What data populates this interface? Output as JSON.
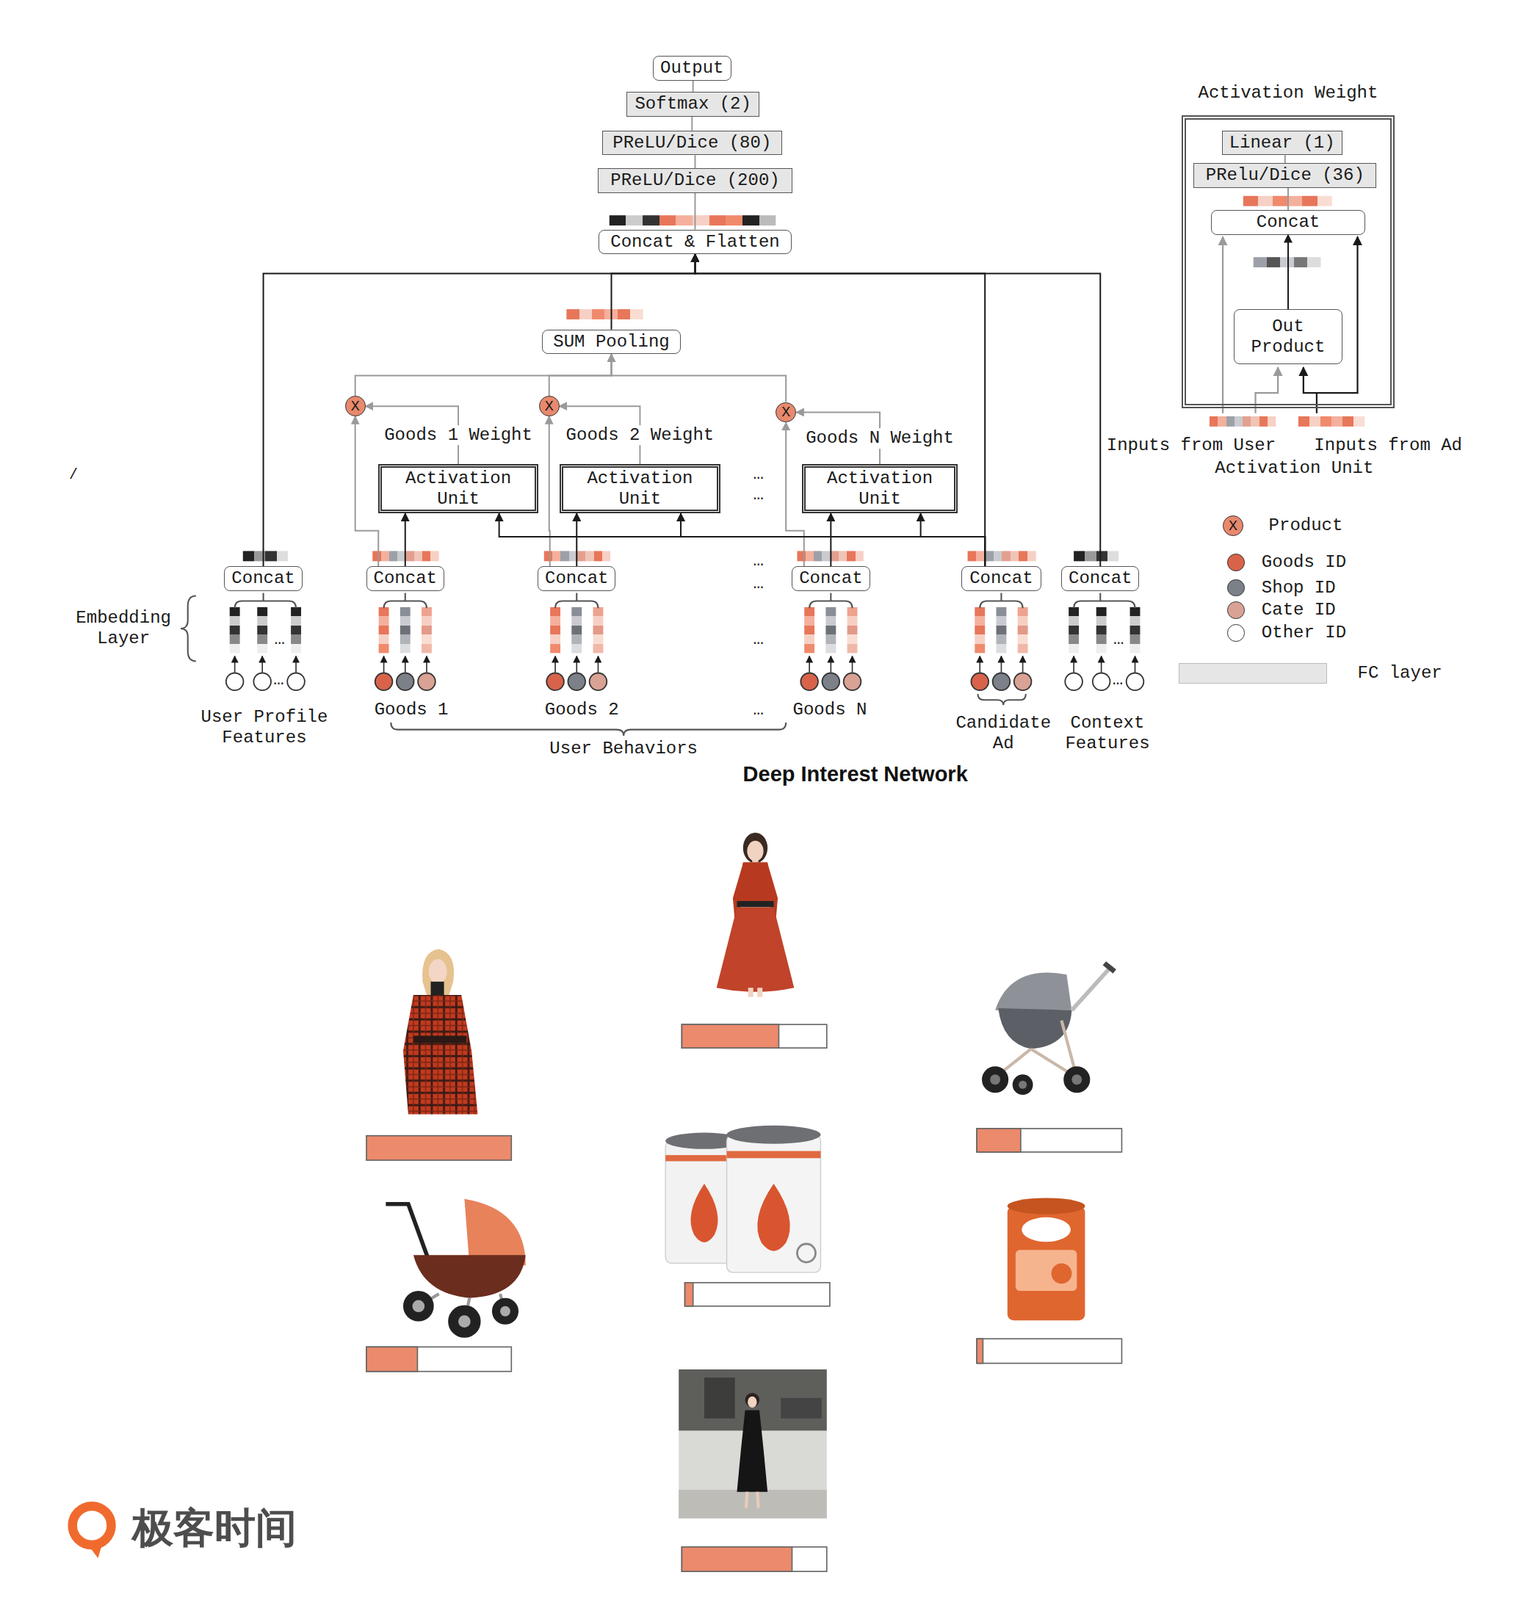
{
  "diagram": {
    "caption": "Deep Interest Network",
    "nodes": [
      {
        "text": [
          "Output"
        ]
      },
      {
        "text": [
          "Softmax (2)"
        ]
      },
      {
        "text": [
          "PReLU/Dice (80)"
        ]
      },
      {
        "text": [
          "PReLU/Dice (200)"
        ]
      },
      {
        "text": [
          "Concat & Flatten"
        ]
      },
      {
        "text": [
          "SUM Pooling"
        ]
      },
      {
        "text": [
          "X"
        ]
      },
      {
        "text": [
          "X"
        ]
      },
      {
        "text": [
          "X"
        ]
      },
      {
        "text": [
          "Activation Unit"
        ]
      },
      {
        "text": [
          "Activation Unit"
        ]
      },
      {
        "text": [
          "Activation Unit"
        ]
      },
      {
        "text": [
          "Concat"
        ]
      },
      {
        "text": [
          "Concat"
        ]
      },
      {
        "text": [
          "Concat"
        ]
      },
      {
        "text": [
          "Concat"
        ]
      },
      {
        "text": [
          "Concat"
        ]
      },
      {
        "text": [
          "Concat"
        ]
      },
      {
        "text": [
          "Activation Weight"
        ]
      },
      {
        "text": [
          "Linear (1)"
        ],
        "in": 18
      },
      {
        "text": [
          "PRelu/Dice (36)"
        ],
        "in": 18
      },
      {
        "text": [
          "Concat"
        ],
        "in": 18
      },
      {
        "text": [
          "Out Product"
        ],
        "in": 18
      }
    ],
    "edges": [
      {
        "from": 4,
        "to": 3,
        "arrow": "none"
      },
      {
        "from": 3,
        "to": 2,
        "arrow": "none"
      },
      {
        "from": 2,
        "to": 1,
        "arrow": "none"
      },
      {
        "from": 1,
        "to": 0,
        "arrow": "none"
      },
      {
        "from": 12,
        "to": 4,
        "arrow": "to"
      },
      {
        "from": 5,
        "to": 4,
        "arrow": "to"
      },
      {
        "from": 16,
        "to": 4,
        "arrow": "to"
      },
      {
        "from": 17,
        "to": 4,
        "arrow": "to"
      },
      {
        "from": 6,
        "to": 5,
        "arrow": "to"
      },
      {
        "from": 7,
        "to": 5,
        "arrow": "to"
      },
      {
        "from": 8,
        "to": 5,
        "arrow": "to"
      },
      {
        "from": 9,
        "to": 6,
        "arrow": "to",
        "label": "Goods 1 Weight"
      },
      {
        "from": 10,
        "to": 7,
        "arrow": "to",
        "label": "Goods 2 Weight"
      },
      {
        "from": 11,
        "to": 8,
        "arrow": "to",
        "label": "Goods N Weight"
      },
      {
        "from": 13,
        "to": 9,
        "arrow": "to"
      },
      {
        "from": 14,
        "to": 10,
        "arrow": "to"
      },
      {
        "from": 15,
        "to": 11,
        "arrow": "to"
      },
      {
        "from": 13,
        "to": 6,
        "arrow": "to"
      },
      {
        "from": 14,
        "to": 7,
        "arrow": "to"
      },
      {
        "from": 15,
        "to": 8,
        "arrow": "to"
      },
      {
        "from": 16,
        "to": 9,
        "arrow": "to"
      },
      {
        "from": 16,
        "to": 10,
        "arrow": "to"
      },
      {
        "from": 16,
        "to": 11,
        "arrow": "to"
      },
      {
        "from": 22,
        "to": 21,
        "arrow": "to"
      },
      {
        "from": 21,
        "to": 20,
        "arrow": "none"
      },
      {
        "from": 20,
        "to": 19,
        "arrow": "none"
      }
    ],
    "labels": [
      "/",
      "Embedding Layer",
      "User Profile Features",
      "Goods 1",
      "Goods 2",
      "…",
      "Goods N",
      "User Behaviors",
      "Candidate Ad",
      "Context Features",
      "…",
      "…",
      "…",
      "…",
      "…",
      "…",
      "…",
      "…",
      "…",
      "Inputs from User",
      "Inputs from Ad",
      "Activation Unit",
      "X",
      "极客时间"
    ],
    "legend": [
      {
        "text": "Product",
        "color": "#e8896d"
      },
      {
        "text": "Goods ID",
        "color": "#d8634a"
      },
      {
        "text": "Shop ID",
        "color": "#7b8089"
      },
      {
        "text": "Cate ID",
        "color": "#d9a294"
      },
      {
        "text": "Other ID",
        "color": "#ffffff"
      },
      {
        "text": "FC layer",
        "color": "#e6e6e6"
      }
    ]
  }
}
